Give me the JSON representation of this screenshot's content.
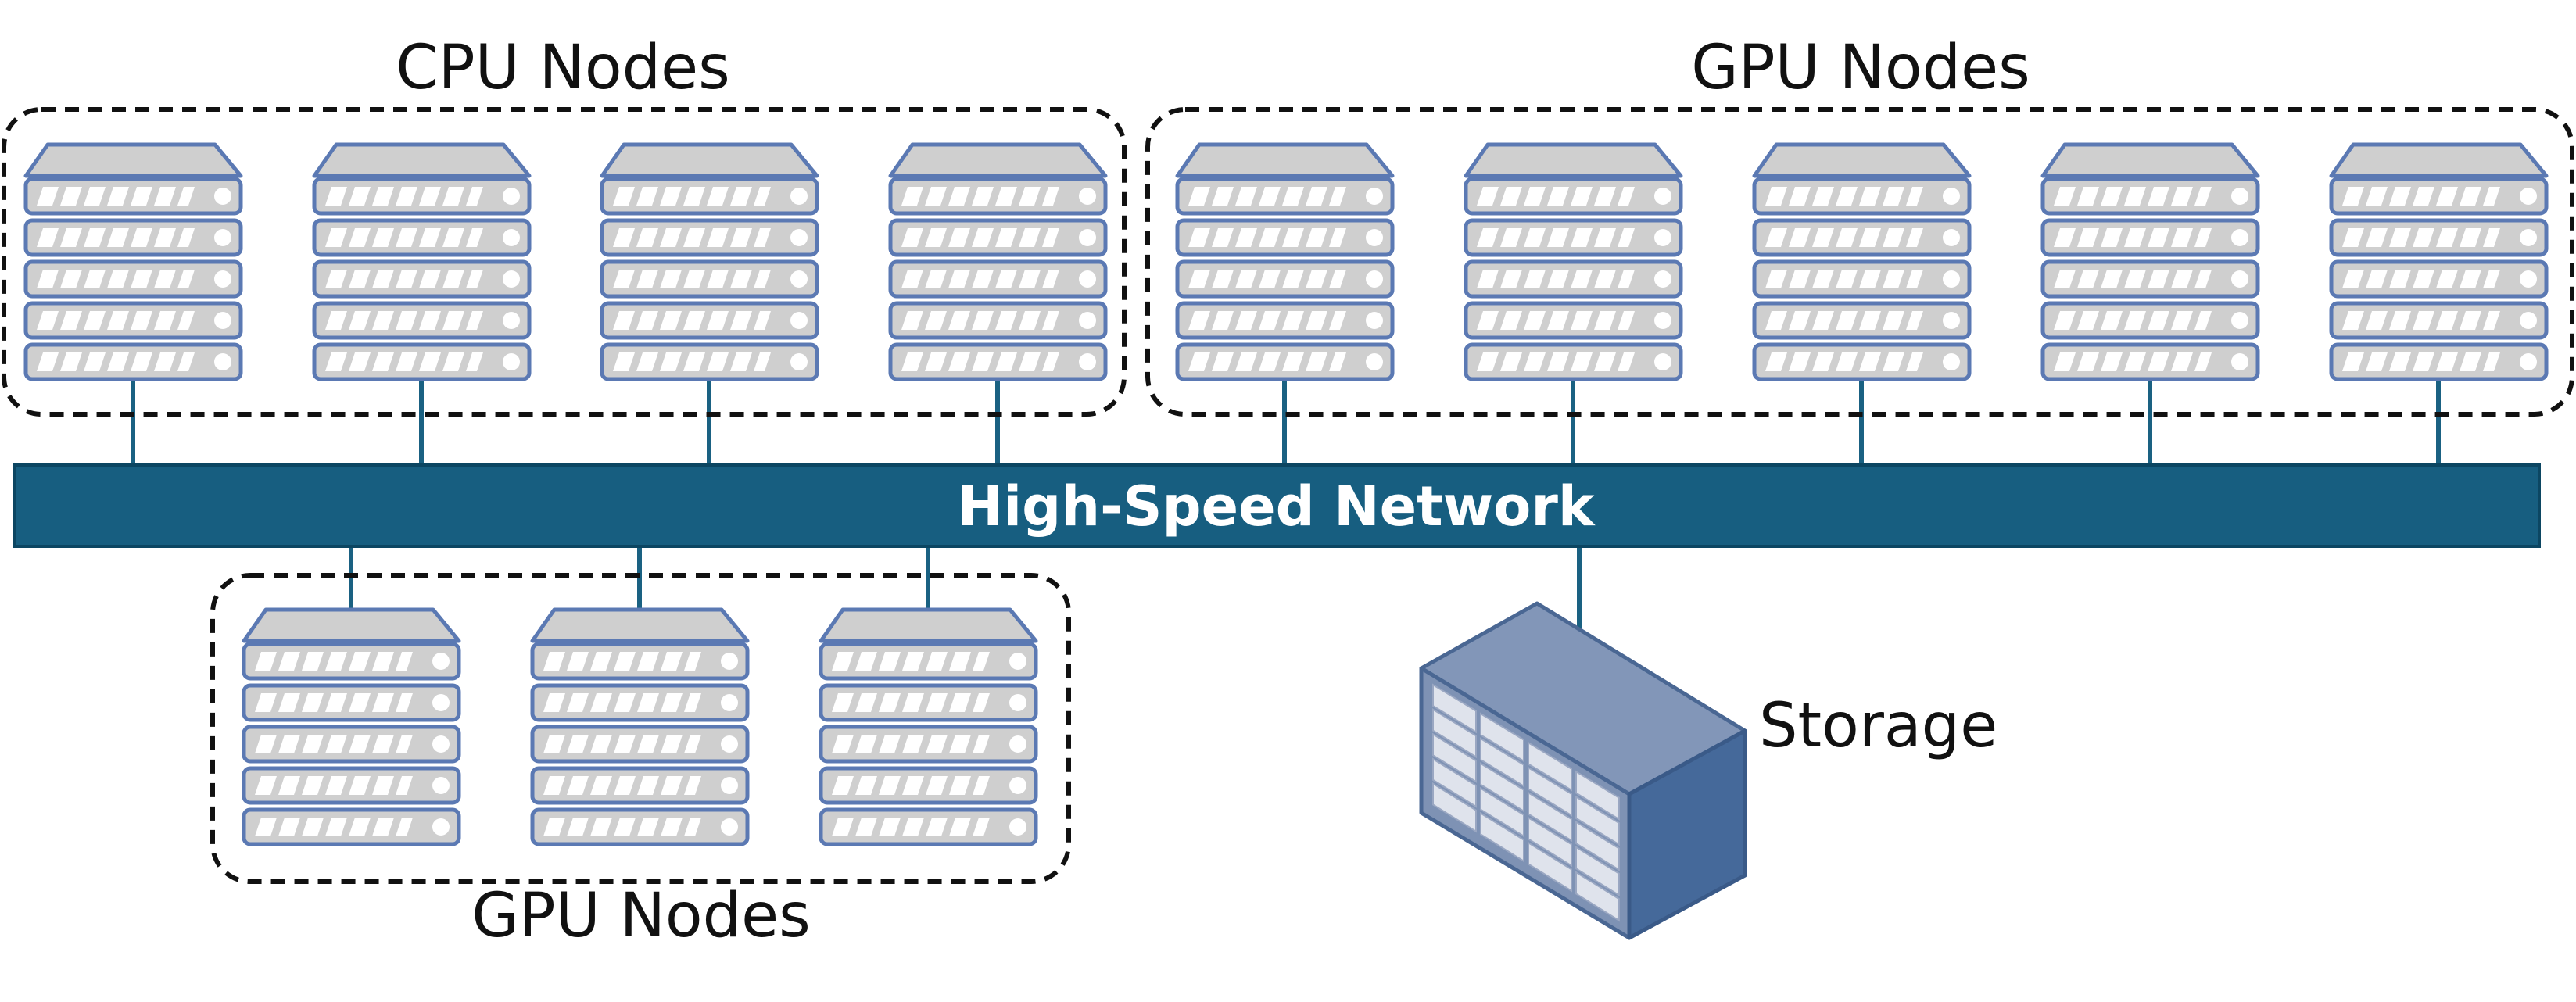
{
  "colors": {
    "network_bar": "#175e80",
    "network_border": "#0c4662",
    "link": "#1a6182",
    "server_fill": "#cfcfcf",
    "server_border": "#5b79b3",
    "storage_front": "#7f93b5",
    "storage_side": "#45699a",
    "storage_top": "#7f93b5"
  },
  "icons": {
    "server": "server-rack-icon",
    "storage": "storage-array-icon"
  },
  "network": {
    "label": "High-Speed Network"
  },
  "groups": [
    {
      "id": "cpu",
      "title": "CPU Nodes",
      "node_count": 4
    },
    {
      "id": "gpu-top",
      "title": "GPU Nodes",
      "node_count": 5
    },
    {
      "id": "gpu-bottom",
      "title": "GPU Nodes",
      "node_count": 3
    }
  ],
  "storage": {
    "label": "Storage"
  }
}
